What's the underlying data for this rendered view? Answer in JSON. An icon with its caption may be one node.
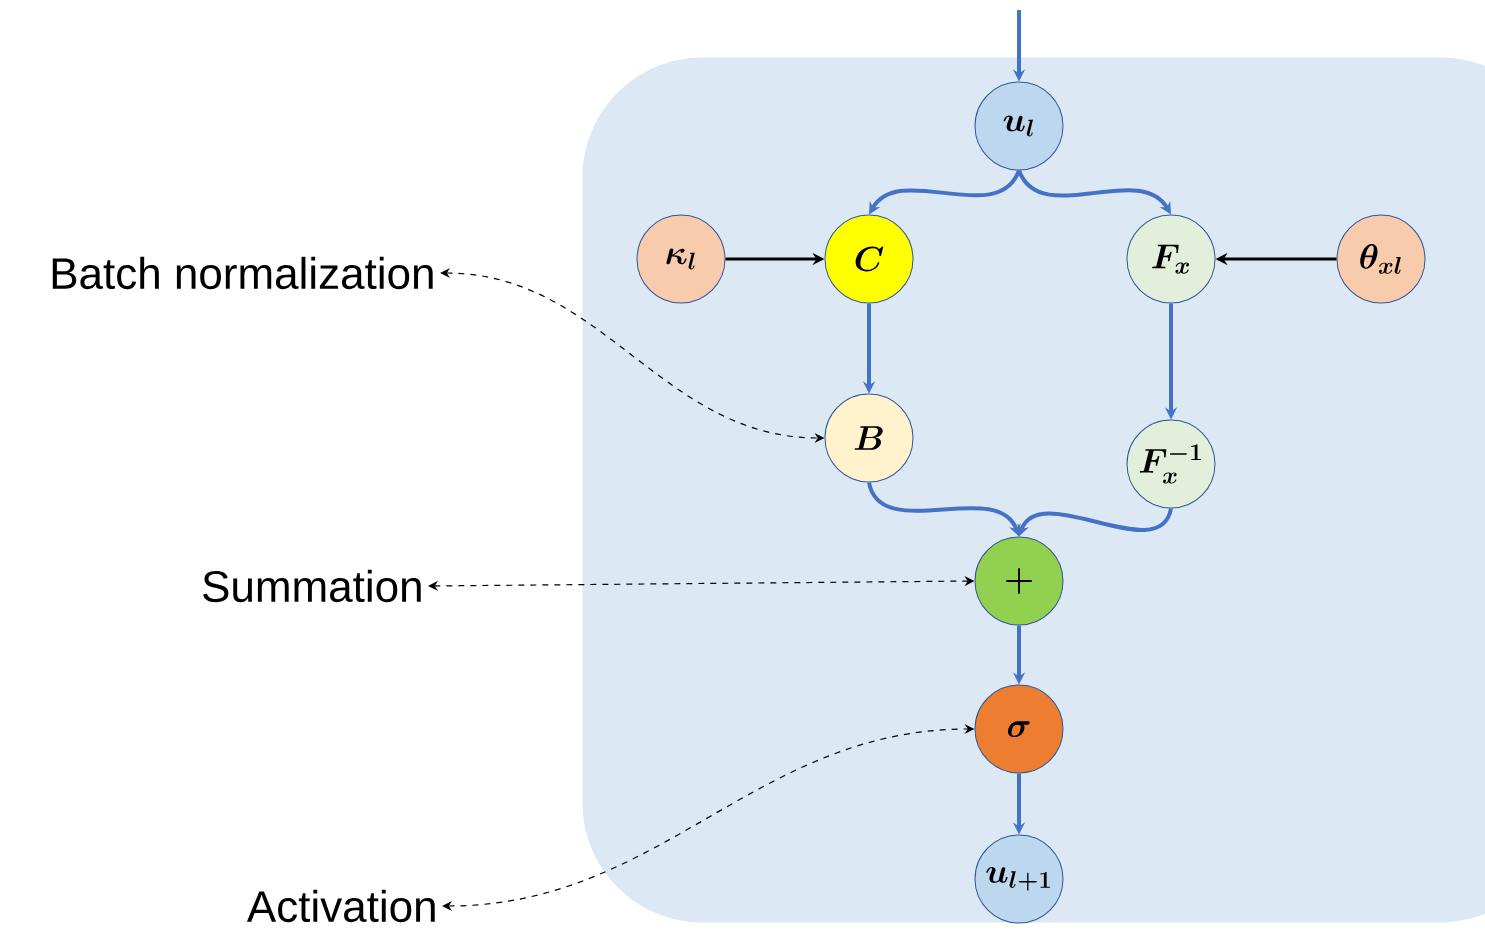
{
  "diagram": {
    "nodes": [
      {
        "text": [],
        "shape": "box"
      },
      {
        "text": [
          "u_l"
        ],
        "in": 0
      },
      {
        "text": [
          "\\kappa_l"
        ],
        "in": 0
      },
      {
        "text": [
          "C"
        ],
        "in": 0
      },
      {
        "text": [
          "F_x"
        ],
        "in": 0
      },
      {
        "text": [
          "\\theta_{xl}"
        ],
        "in": 0
      },
      {
        "text": [
          "B"
        ],
        "in": 0
      },
      {
        "text": [
          "F_x^{-1}"
        ],
        "in": 0
      },
      {
        "text": [
          "+"
        ],
        "in": 0
      },
      {
        "text": [
          "\\sigma"
        ],
        "in": 0
      },
      {
        "text": [
          "u_{l+1}"
        ],
        "in": 0
      },
      {
        "text": [
          "Batch normalization"
        ]
      },
      {
        "text": [
          "Summation"
        ]
      },
      {
        "text": [
          "Activation"
        ]
      }
    ],
    "edges": [
      {
        "from": null,
        "to": 1,
        "arrow": "to"
      },
      {
        "from": 1,
        "to": 3,
        "arrow": "to"
      },
      {
        "from": 1,
        "to": 4,
        "arrow": "to"
      },
      {
        "from": 2,
        "to": 3,
        "arrow": "to",
        "color": "#000000"
      },
      {
        "from": 5,
        "to": 4,
        "arrow": "to",
        "color": "#000000"
      },
      {
        "from": 3,
        "to": 6,
        "arrow": "to"
      },
      {
        "from": 4,
        "to": 7,
        "arrow": "to"
      },
      {
        "from": 6,
        "to": 8,
        "arrow": "to"
      },
      {
        "from": 7,
        "to": 8,
        "arrow": "to"
      },
      {
        "from": 8,
        "to": 9,
        "arrow": "to"
      },
      {
        "from": 9,
        "to": 10,
        "arrow": "to"
      },
      {
        "from": 11,
        "to": 6,
        "arrow": "both",
        "style": "dashed",
        "color": "#000000"
      },
      {
        "from": 12,
        "to": 8,
        "arrow": "both",
        "style": "dashed",
        "color": "#000000"
      },
      {
        "from": 13,
        "to": 9,
        "arrow": "both",
        "style": "dashed",
        "color": "#000000"
      }
    ]
  }
}
